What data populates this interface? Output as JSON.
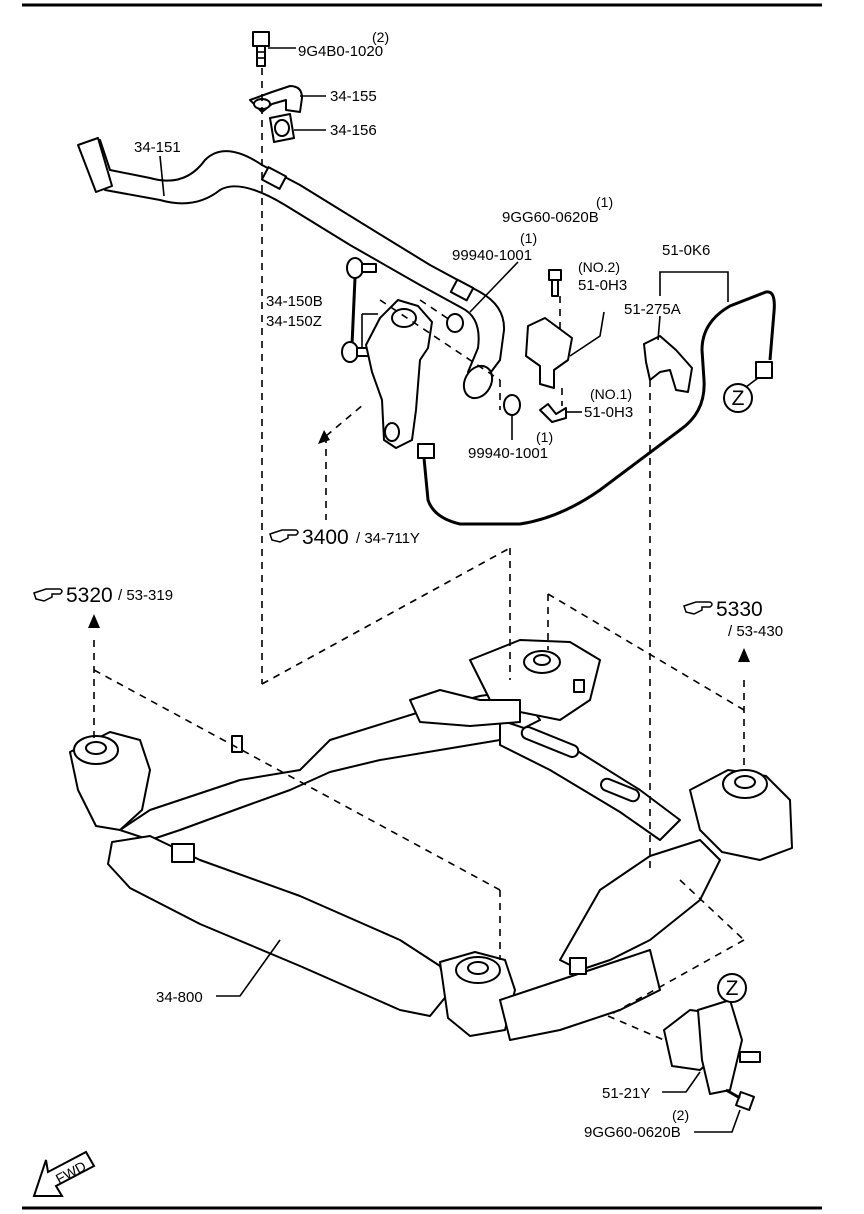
{
  "parts": {
    "p_9g4b0_1020": {
      "qty": "(2)",
      "num": "9G4B0-1020"
    },
    "p_34_155": {
      "num": "34-155"
    },
    "p_34_156": {
      "num": "34-156"
    },
    "p_34_151": {
      "num": "34-151"
    },
    "p_9gg60_0620b_top": {
      "qty": "(1)",
      "num": "9GG60-0620B"
    },
    "p_99940_1001_top": {
      "qty": "(1)",
      "num": "99940-1001"
    },
    "p_51_0k6": {
      "num": "51-0K6"
    },
    "p_51_0h3_no2": {
      "tag": "(NO.2)",
      "num": "51-0H3"
    },
    "p_51_275a": {
      "num": "51-275A"
    },
    "p_34_150b": {
      "num": "34-150B"
    },
    "p_34_150z": {
      "num": "34-150Z"
    },
    "p_51_0h3_no1": {
      "tag": "(NO.1)",
      "num": "51-0H3"
    },
    "p_99940_1001_bottom": {
      "qty": "(1)",
      "num": "99940-1001"
    },
    "p_34_800": {
      "num": "34-800"
    },
    "p_51_21y": {
      "num": "51-21Y"
    },
    "p_9gg60_0620b_bottom": {
      "qty": "(2)",
      "num": "9GG60-0620B"
    }
  },
  "refs": {
    "ref_3400": {
      "main": "3400",
      "sub": "/ 34-711Y"
    },
    "ref_5320": {
      "main": "5320",
      "sub": "/ 53-319"
    },
    "ref_5330": {
      "main": "5330",
      "sub": "/ 53-430"
    }
  },
  "callouts": {
    "z_top": "Z",
    "z_bottom": "Z"
  },
  "fwd_label": "FWD",
  "icons": {
    "ref_pointer": "pointing-hand-icon"
  }
}
